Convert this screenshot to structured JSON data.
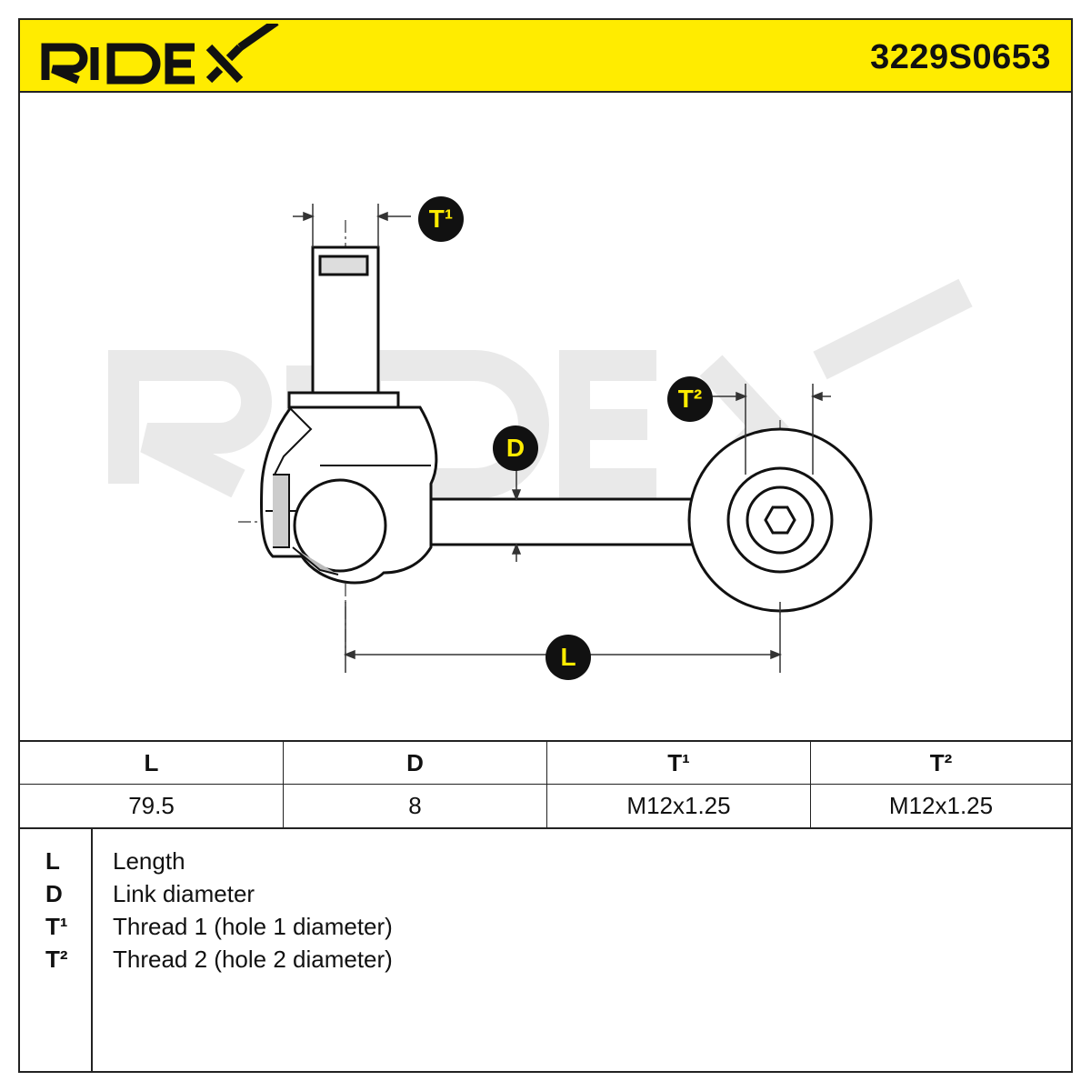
{
  "brand": {
    "logo_text": "RIDEX",
    "accent": "#ffec00"
  },
  "header": {
    "part_number": "3229S0653"
  },
  "diagram": {
    "callouts": {
      "t1": "T¹",
      "t2": "T²",
      "d": "D",
      "l": "L"
    }
  },
  "spec_table": {
    "headers": [
      "L",
      "D",
      "T¹",
      "T²"
    ],
    "values": [
      "79.5",
      "8",
      "M12x1.25",
      "M12x1.25"
    ]
  },
  "legend": {
    "items": [
      {
        "key": "L",
        "text": "Length"
      },
      {
        "key": "D",
        "text": "Link diameter"
      },
      {
        "key": "T¹",
        "text": "Thread 1 (hole 1 diameter)"
      },
      {
        "key": "T²",
        "text": "Thread 2 (hole 2 diameter)"
      }
    ]
  }
}
